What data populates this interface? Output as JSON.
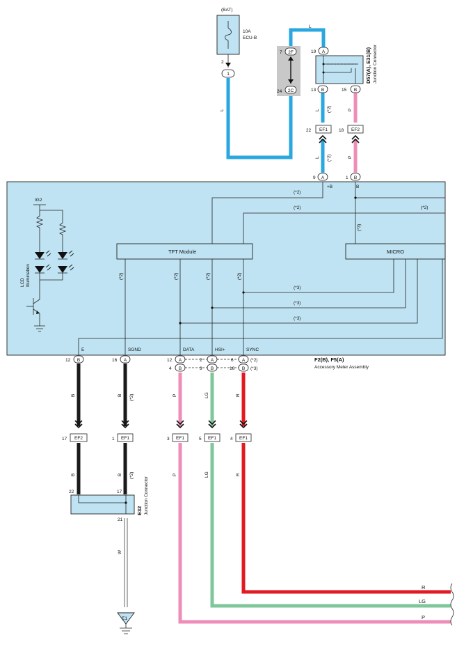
{
  "colors": {
    "blue": "#2aa7e0",
    "pink": "#ee8db8",
    "black": "#1a1a1a",
    "green": "#7fc79a",
    "red": "#e11b22",
    "box_fill": "#bfe3f3",
    "junction_shade": "#c8c8c8"
  },
  "battery": {
    "label": "(BAT)",
    "fuse_amps": "10A",
    "fuse_name": "ECU-B",
    "pin_top": "2",
    "pin_bottom": "1"
  },
  "joint": {
    "pin_top_no": "7",
    "pin_top": "2F",
    "pin_bottom_no": "24",
    "pin_bottom": "2C"
  },
  "junction_d57": {
    "name": "D57(A), E31(B)",
    "subtitle": "Junction Connector",
    "pin_in_no": "19",
    "pin_in": "A",
    "pin_out1_no": "13",
    "pin_out1": "B",
    "pin_out2_no": "15",
    "pin_out2": "B"
  },
  "wire_colors": {
    "L": "L",
    "P": "P",
    "B": "B",
    "LG": "LG",
    "R": "R",
    "W": "W"
  },
  "notes": {
    "n2": "(*2)",
    "n3": "(*3)"
  },
  "ef_upper": [
    {
      "no": "22",
      "name": "EF1"
    },
    {
      "no": "18",
      "name": "EF2"
    }
  ],
  "meter": {
    "name": "F2(B), F5(A)",
    "subtitle": "Accessory Meter Assembly",
    "top_pins": [
      {
        "no": "9",
        "pin": "A",
        "label": "+B"
      },
      {
        "no": "1",
        "pin": "B",
        "label": "B"
      }
    ],
    "ig": "IG2",
    "lcd_label_1": "LCD",
    "lcd_label_2": "Illumination",
    "tft": "TFT Module",
    "micro": "MICRO",
    "bottom_terms": [
      "E",
      "SGND",
      "DATA",
      "HSI+",
      "SYNC"
    ],
    "bottom_pins": [
      {
        "no": "12",
        "pin": "B"
      },
      {
        "no": "16",
        "pin": "A"
      },
      {
        "no": "12",
        "pin": "A"
      },
      {
        "no": "2",
        "pin": "A"
      },
      {
        "no": "6",
        "pin": "A"
      },
      {
        "no": "4",
        "pin": "B"
      },
      {
        "no": "3",
        "pin": "B"
      },
      {
        "no": "16",
        "pin": "B"
      }
    ]
  },
  "ef_lower": [
    {
      "no": "17",
      "name": "EF2"
    },
    {
      "no": "1",
      "name": "EF1"
    },
    {
      "no": "3",
      "name": "EF1"
    },
    {
      "no": "5",
      "name": "EF1"
    },
    {
      "no": "4",
      "name": "EF1"
    }
  ],
  "junction_e32": {
    "name": "E32",
    "subtitle": "Junction Connector",
    "pin_left": "22",
    "pin_right": "17",
    "pin_bottom": "21"
  },
  "ground": {
    "label": "E1"
  },
  "outputs": [
    "R",
    "LG",
    "P"
  ]
}
